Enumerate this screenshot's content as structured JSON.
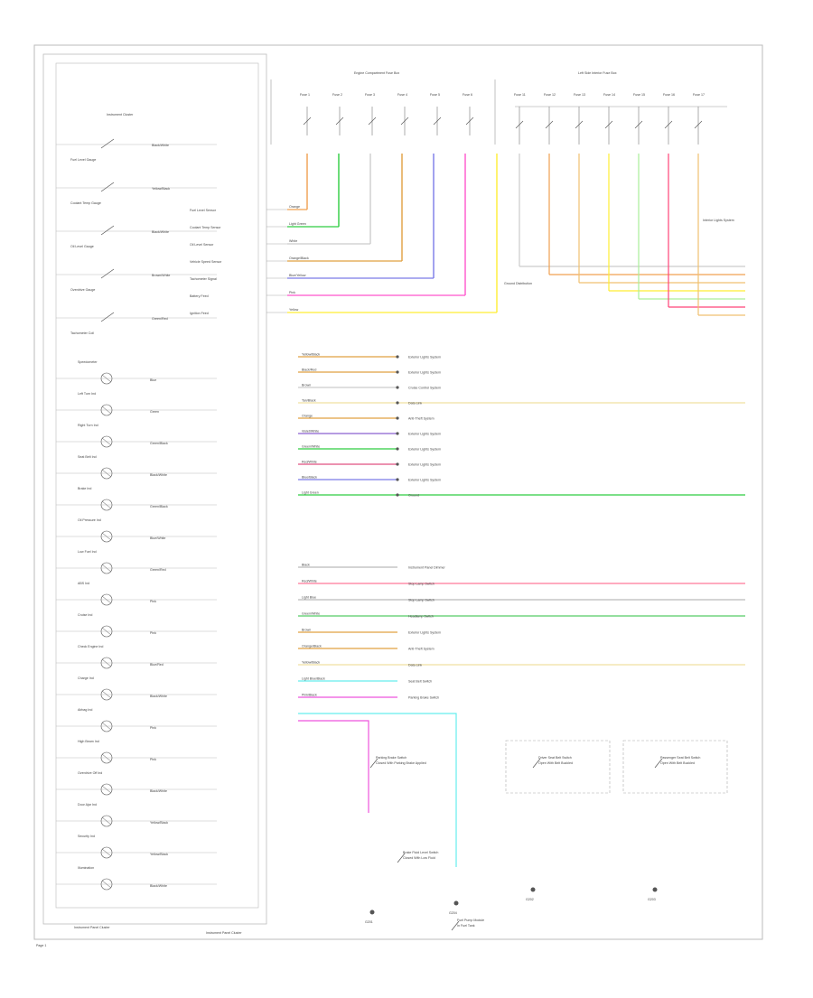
{
  "diagram": {
    "page_label": "Page 1",
    "cluster": {
      "title": "Instrument Cluster",
      "footer_label": "Instrument Panel Cluster",
      "gauges": [
        {
          "name": "Fuel Level Gauge",
          "wire": "Black/White"
        },
        {
          "name": "Coolant Temp Gauge",
          "wire": "Yellow/Black"
        },
        {
          "name": "Oil Level Gauge",
          "wire": "Black/White"
        },
        {
          "name": "Overdrive Gauge",
          "wire": "Brown/White"
        },
        {
          "name": "Tachometer Coil",
          "wire": "Green/Red"
        }
      ],
      "indicators": [
        {
          "name": "Speedometer",
          "wire": "Blue"
        },
        {
          "name": "Left Turn Ind",
          "wire": "Green"
        },
        {
          "name": "Right Turn Ind",
          "wire": "Green/Black"
        },
        {
          "name": "Seat Belt Ind",
          "wire": "Black/White"
        },
        {
          "name": "Brake Ind",
          "wire": "Green/Black"
        },
        {
          "name": "Oil Pressure Ind",
          "wire": "Blue/White"
        },
        {
          "name": "Low Fuel Ind",
          "wire": "Green/Red"
        },
        {
          "name": "ABS Ind",
          "wire": "Pink"
        },
        {
          "name": "Cruise Ind",
          "wire": "Pink"
        },
        {
          "name": "Check Engine Ind",
          "wire": "Blue/Red"
        },
        {
          "name": "Charge Ind",
          "wire": "Black/White"
        },
        {
          "name": "Airbag Ind",
          "wire": "Pink"
        },
        {
          "name": "High Beam Ind",
          "wire": "Pink"
        },
        {
          "name": "Overdrive Off Ind",
          "wire": "Black/White"
        },
        {
          "name": "Door Ajar Ind",
          "wire": "Yellow/Black"
        },
        {
          "name": "Security Ind",
          "wire": "Yellow/Black"
        },
        {
          "name": "Illumination",
          "wire": "Black/White"
        }
      ],
      "pins": [
        {
          "label": "Fuel Level Sensor",
          "wire": "Orange"
        },
        {
          "label": "Coolant Temp Sensor",
          "wire": "Light Green"
        },
        {
          "label": "Oil Level Sensor",
          "wire": "White"
        },
        {
          "label": "Vehicle Speed Sensor",
          "wire": "Orange/Black"
        },
        {
          "label": "Tachometer Signal",
          "wire": "Blue/Yellow"
        },
        {
          "label": "Battery Feed",
          "wire": "Pink"
        },
        {
          "label": "Ignition Feed",
          "wire": "Yellow"
        }
      ]
    },
    "fuse_block": {
      "title": "Engine Compartment Fuse Box",
      "fuses": [
        "Fuse 1",
        "Fuse 2",
        "Fuse 3",
        "Fuse 4",
        "Fuse 5",
        "Fuse 6"
      ]
    },
    "relay_block": {
      "title": "Left Side Interior Fuse Box",
      "fuses": [
        "Fuse 11",
        "Fuse 12",
        "Fuse 13",
        "Fuse 14",
        "Fuse 15",
        "Fuse 16",
        "Fuse 17"
      ],
      "note": "Interior Lights System",
      "ground": "Ground Distribution"
    },
    "lighting_rows": [
      {
        "wire": "Yellow/Black",
        "dest": "Exterior Lights System"
      },
      {
        "wire": "Black/Red",
        "dest": "Exterior Lights System"
      },
      {
        "wire": "Brown",
        "dest": "Cruise Control System"
      },
      {
        "wire": "Tan/Black",
        "dest": "Data Link"
      },
      {
        "wire": "Orange",
        "dest": "Anti-Theft System"
      },
      {
        "wire": "Violet/White",
        "dest": "Exterior Lights System"
      },
      {
        "wire": "Green/White",
        "dest": "Exterior Lights System"
      },
      {
        "wire": "Red/White",
        "dest": "Exterior Lights System"
      },
      {
        "wire": "Blue/Black",
        "dest": "Exterior Lights System"
      },
      {
        "wire": "Light Green",
        "dest": "Ground"
      }
    ],
    "lower_rows": [
      {
        "wire": "Black",
        "dest": "Instrument Panel Dimmer"
      },
      {
        "wire": "Red/White",
        "dest": "Stop Lamp Switch"
      },
      {
        "wire": "Light Blue",
        "dest": "Stop Lamp Switch"
      },
      {
        "wire": "Green/White",
        "dest": "Headlamp Switch"
      },
      {
        "wire": "Brown",
        "dest": "Exterior Lights System"
      },
      {
        "wire": "Orange/Black",
        "dest": "Anti-Theft System"
      },
      {
        "wire": "Yellow/Black",
        "dest": "Data Link"
      },
      {
        "wire": "Light Blue/Black",
        "dest": "Seat Belt Switch"
      },
      {
        "wire": "Pink/Black",
        "dest": "Parking Brake Switch"
      }
    ],
    "components": [
      {
        "name": "Parking Brake Switch",
        "note": "Closed With Parking Brake Applied"
      },
      {
        "name": "Brake Fluid Level Switch",
        "note": "Closed With Low Fluid"
      },
      {
        "name": "Driver Seat Belt Switch",
        "note": "Open With Belt Buckled"
      },
      {
        "name": "Passenger Seat Belt Switch",
        "note": "Open With Belt Buckled"
      },
      {
        "name": "Fuel Pump Module",
        "note": "In Fuel Tank"
      }
    ],
    "grounds": [
      "G201",
      "G202",
      "G203",
      "G204"
    ]
  }
}
